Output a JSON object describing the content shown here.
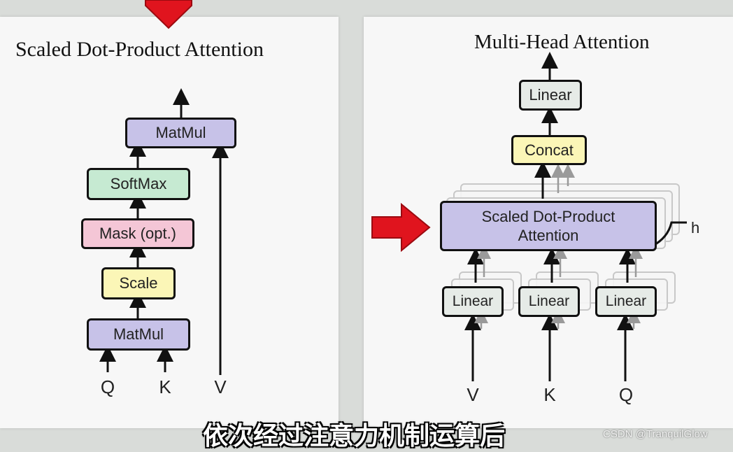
{
  "left": {
    "title": "Scaled Dot-Product Attention",
    "blocks": {
      "matmul_top": "MatMul",
      "softmax": "SoftMax",
      "mask": "Mask (opt.)",
      "scale": "Scale",
      "matmul_bottom": "MatMul"
    },
    "inputs": {
      "q": "Q",
      "k": "K",
      "v": "V"
    }
  },
  "right": {
    "title": "Multi-Head Attention",
    "blocks": {
      "linear_out": "Linear",
      "concat": "Concat",
      "sdpa": "Scaled Dot-Product Attention",
      "linear_v": "Linear",
      "linear_k": "Linear",
      "linear_q": "Linear"
    },
    "h_label": "h",
    "inputs": {
      "v": "V",
      "k": "K",
      "q": "Q"
    }
  },
  "subtitle": "依次经过注意力机制运算后",
  "watermark": "CSDN @TranquilGlow",
  "colors": {
    "purple": "#c7c2e8",
    "green": "#c6ead2",
    "pink": "#f4c6d6",
    "yellow": "#fbf6b7",
    "gray": "#e6ebe7",
    "pointer": "#e0141e"
  }
}
